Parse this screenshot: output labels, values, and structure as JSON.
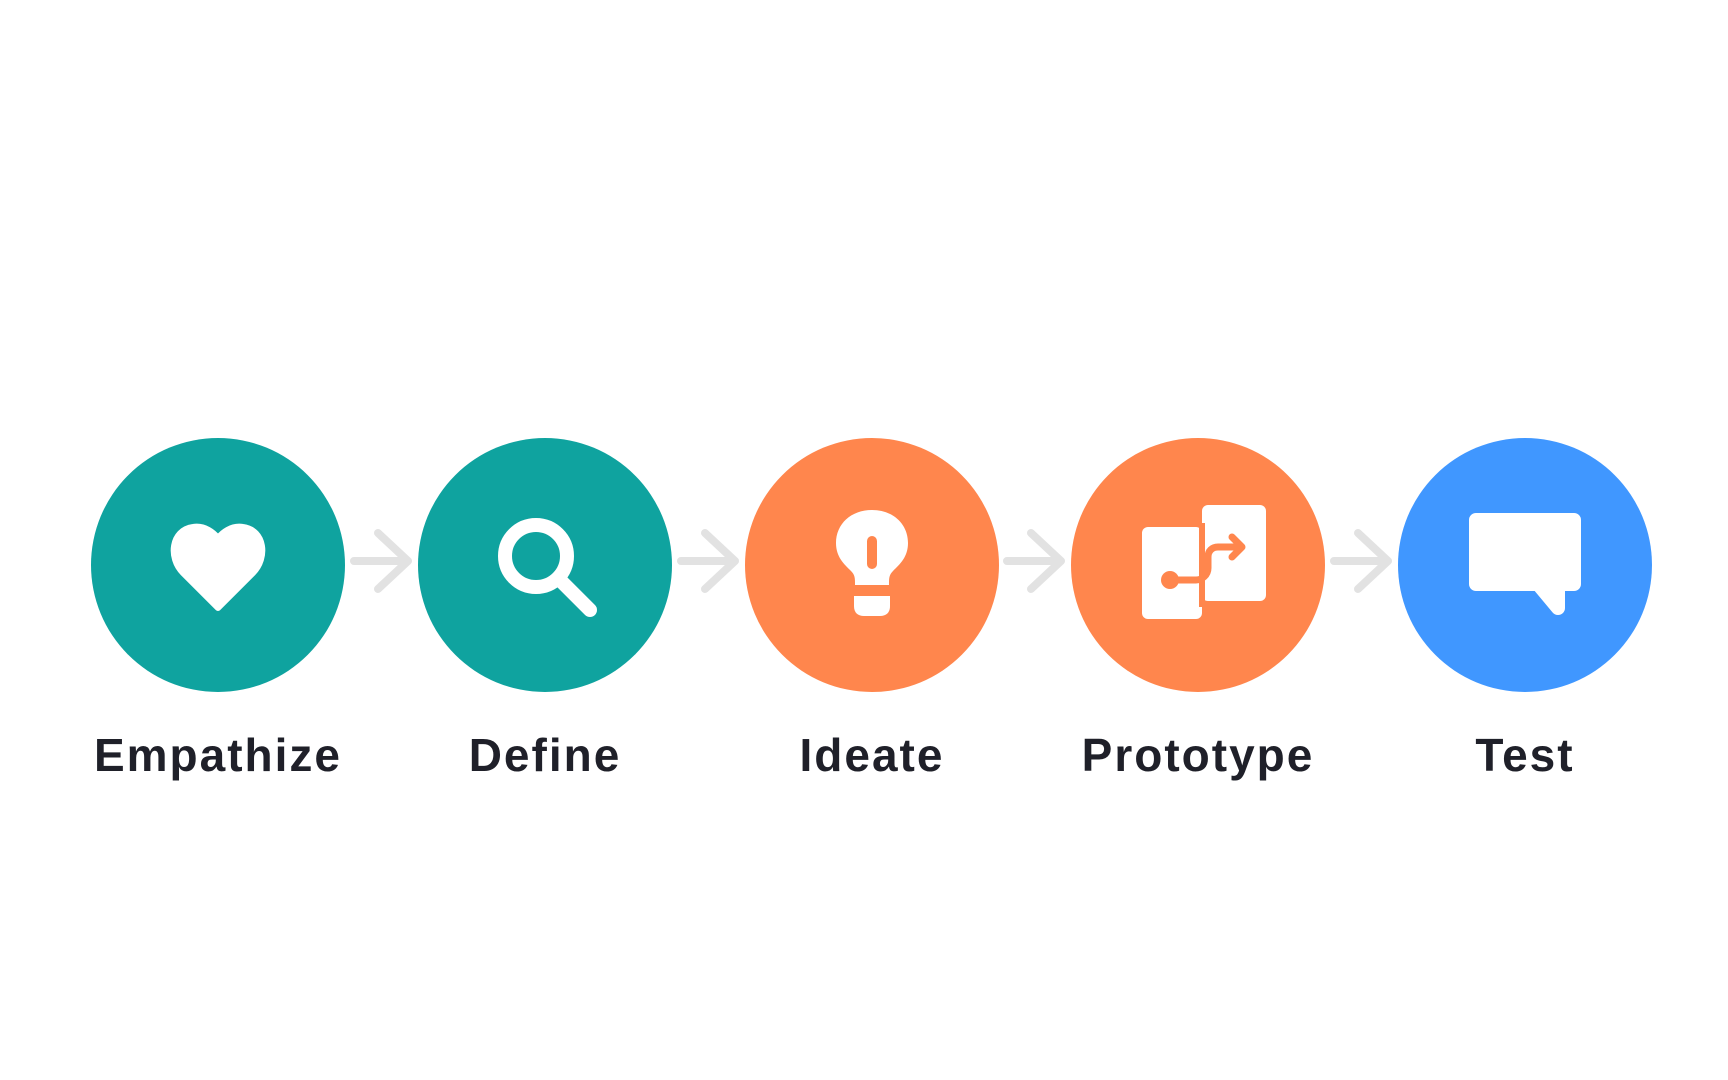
{
  "steps": [
    {
      "label": "Empathize",
      "icon": "heart-icon",
      "color": "#0fa39f"
    },
    {
      "label": "Define",
      "icon": "magnifier-icon",
      "color": "#0fa39f"
    },
    {
      "label": "Ideate",
      "icon": "lightbulb-icon",
      "color": "#ff864d"
    },
    {
      "label": "Prototype",
      "icon": "prototype-icon",
      "color": "#ff864d"
    },
    {
      "label": "Test",
      "icon": "speech-bubble-icon",
      "color": "#4097ff"
    }
  ],
  "arrow_color": "#e2e2e2"
}
